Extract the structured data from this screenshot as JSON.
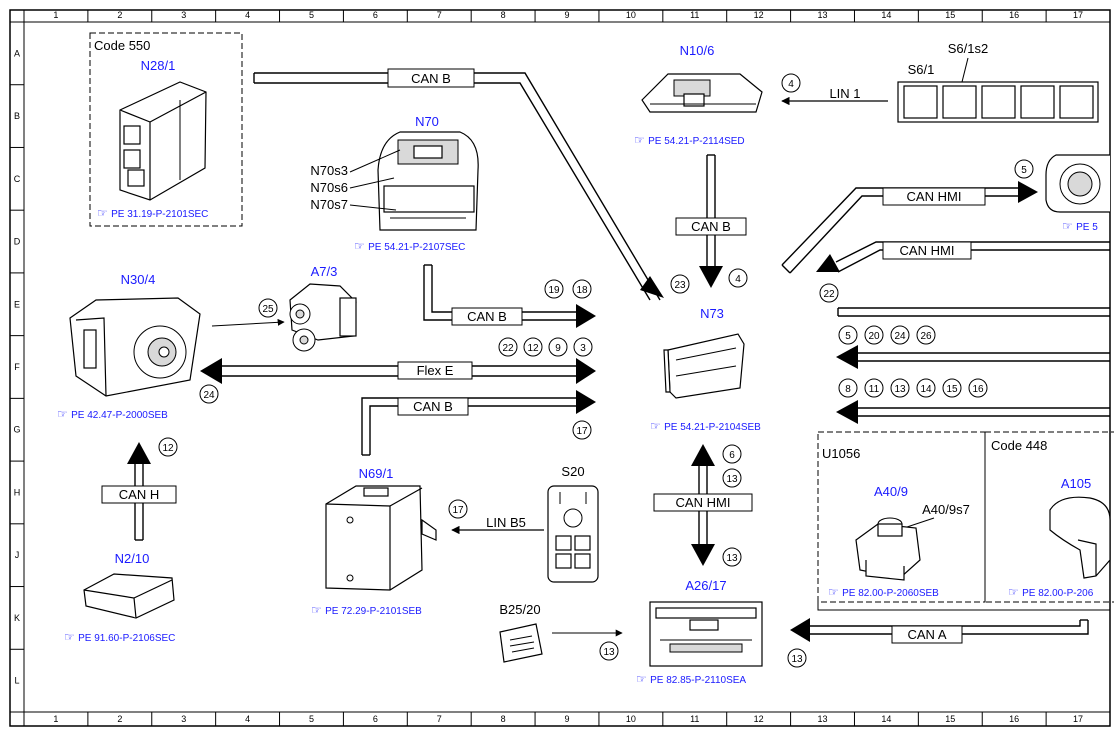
{
  "grid": {
    "columns": [
      "1",
      "2",
      "3",
      "4",
      "5",
      "6",
      "7",
      "8",
      "9",
      "10",
      "11",
      "12",
      "13",
      "14",
      "15",
      "16",
      "17"
    ],
    "rows": [
      "A",
      "B",
      "C",
      "D",
      "E",
      "F",
      "G",
      "H",
      "J",
      "K",
      "L"
    ]
  },
  "groups": {
    "code550": "Code 550",
    "u1056": "U1056",
    "code448": "Code 448"
  },
  "components": {
    "n28_1": {
      "label": "N28/1",
      "ref": "PE 31.19-P-2101SEC"
    },
    "n70": {
      "label": "N70",
      "ref": "PE 54.21-P-2107SEC",
      "sub1": "N70s3",
      "sub2": "N70s6",
      "sub3": "N70s7"
    },
    "n10_6": {
      "label": "N10/6",
      "ref": "PE 54.21-P-2114SED"
    },
    "s6_1": {
      "label": "S6/1",
      "sub": "S6/1s2"
    },
    "right_top": {
      "ref": "PE 5"
    },
    "n30_4": {
      "label": "N30/4",
      "ref": "PE 42.47-P-2000SEB"
    },
    "a7_3": {
      "label": "A7/3"
    },
    "n73": {
      "label": "N73",
      "ref": "PE 54.21-P-2104SEB"
    },
    "n69_1": {
      "label": "N69/1",
      "ref": "PE 72.29-P-2101SEB"
    },
    "s20": {
      "label": "S20"
    },
    "n2_10": {
      "label": "N2/10",
      "ref": "PE 91.60-P-2106SEC"
    },
    "b25_20": {
      "label": "B25/20"
    },
    "a26_17": {
      "label": "A26/17",
      "ref": "PE 82.85-P-2110SEA"
    },
    "a40_9": {
      "label": "A40/9",
      "sub": "A40/9s7",
      "ref": "PE 82.00-P-2060SEB"
    },
    "a105": {
      "label": "A105",
      "ref": "PE 82.00-P-206"
    }
  },
  "buses": {
    "can_b_top": "CAN B",
    "lin1": "LIN 1",
    "can_hmi_1": "CAN HMI",
    "can_hmi_2": "CAN HMI",
    "can_b_vert": "CAN B",
    "can_b_mid": "CAN B",
    "flex_e": "Flex E",
    "can_b_low": "CAN B",
    "can_h": "CAN H",
    "lin_b5": "LIN B5",
    "can_hmi_vert": "CAN HMI",
    "can_a": "CAN A"
  },
  "callouts": {
    "c_lin1": "4",
    "c_hmi1": "5",
    "c_hmi2": "22",
    "c_n73_23": "23",
    "c_n73_4": "4",
    "c_mid_19": "19",
    "c_mid_18": "18",
    "c_a7_25": "25",
    "c_f_22": "22",
    "c_f_12": "12",
    "c_f_9": "9",
    "c_f_3": "3",
    "c_f_24": "24",
    "c_r1_5": "5",
    "c_r1_20": "20",
    "c_r1_24": "24",
    "c_r1_26": "26",
    "c_r2_8": "8",
    "c_r2_11": "11",
    "c_r2_13": "13",
    "c_r2_14": "14",
    "c_r2_15": "15",
    "c_r2_16": "16",
    "c_g_17": "17",
    "c_h_12": "12",
    "c_v_6": "6",
    "c_v_13a": "13",
    "c_v_13b": "13",
    "c_lin_17": "17",
    "c_b25_13": "13",
    "c_cana_13": "13"
  }
}
